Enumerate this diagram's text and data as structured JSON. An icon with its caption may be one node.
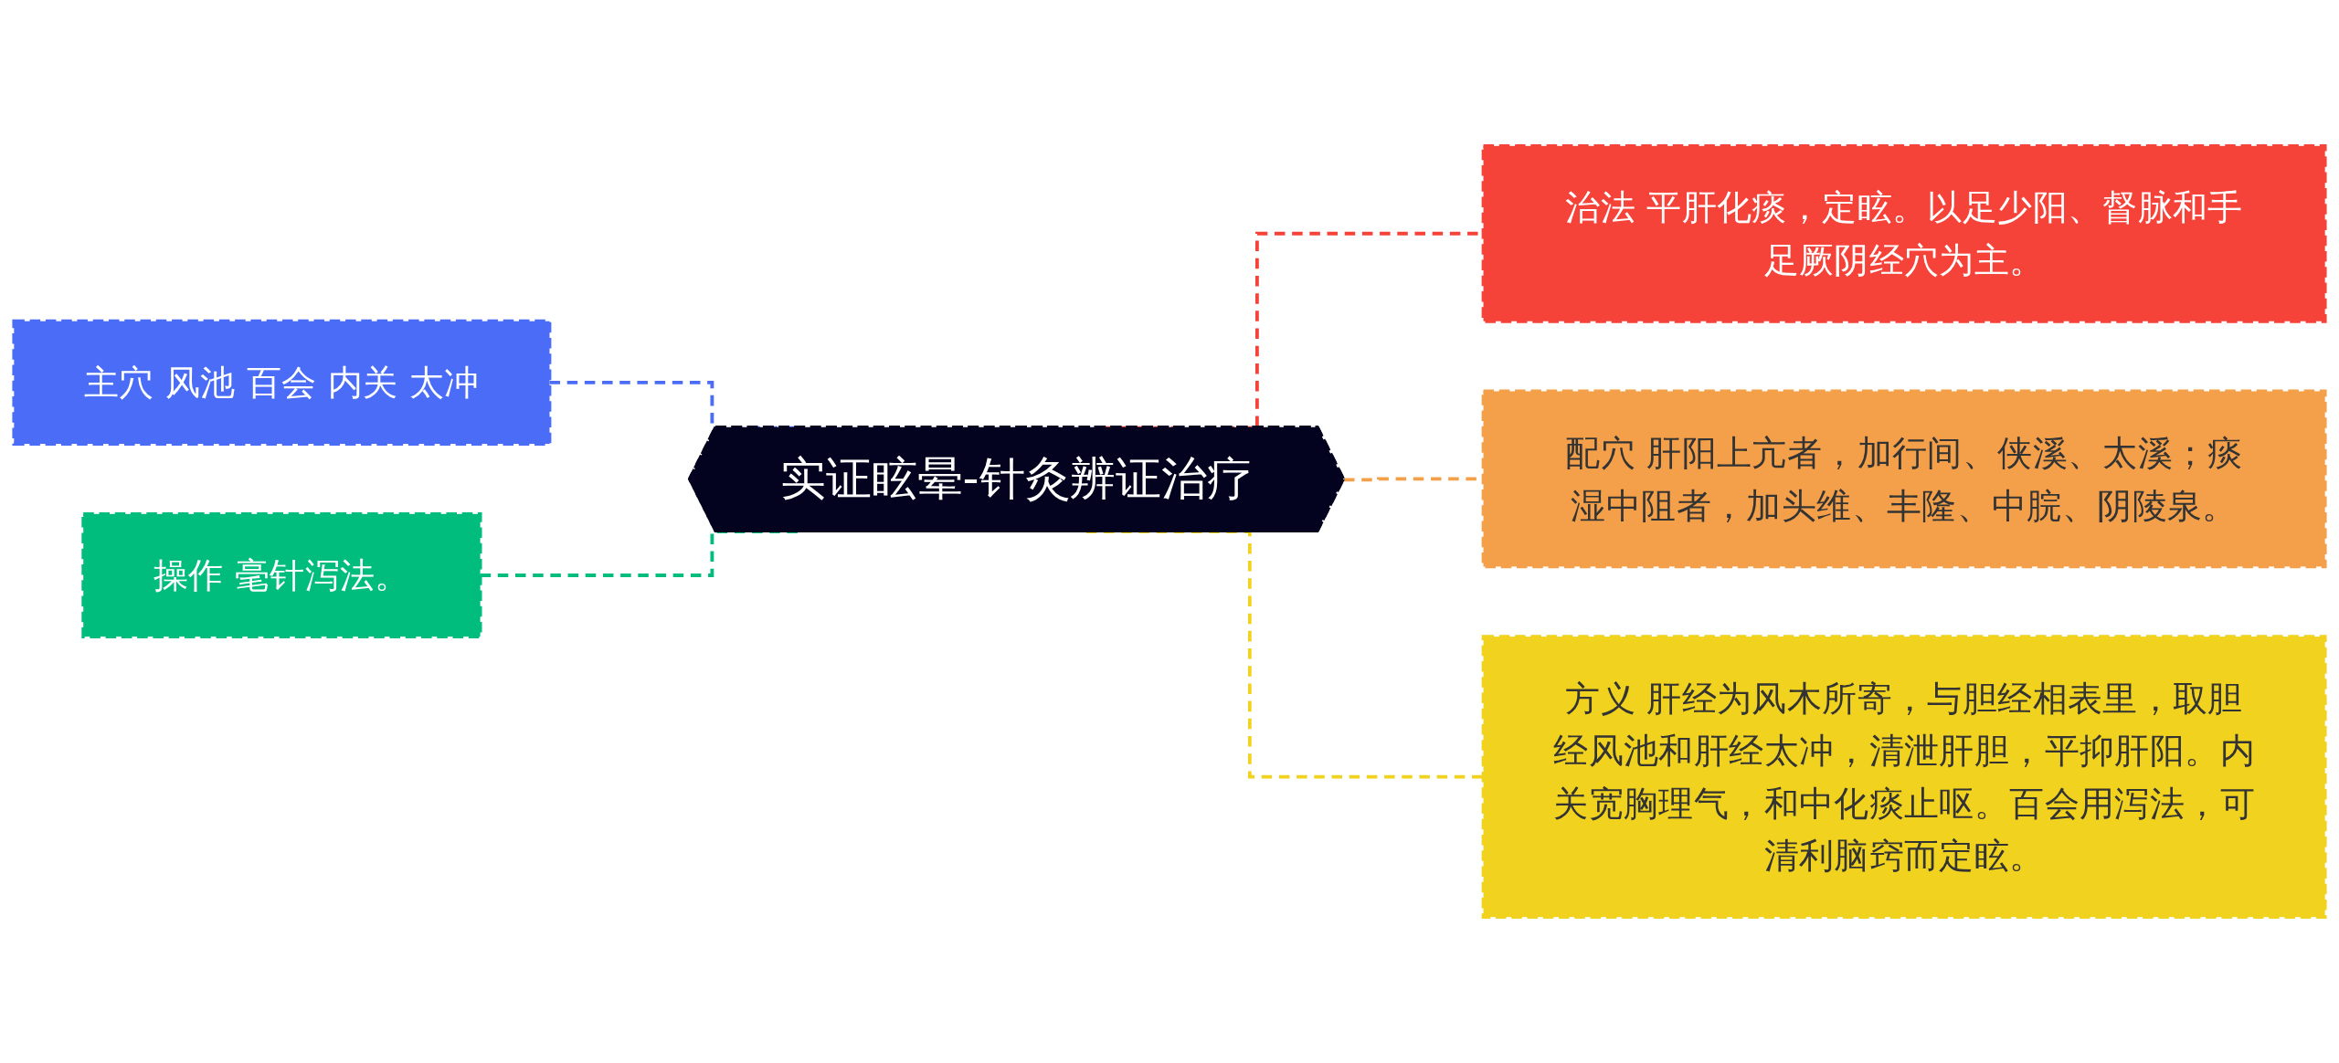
{
  "diagram": {
    "nodes": [
      {
        "text": [
          "主穴 风池 百会 内关 太冲"
        ]
      },
      {
        "text": [
          "操作 毫针泻法。"
        ]
      },
      {
        "text": [
          "实证眩晕-针灸辨证治疗"
        ]
      },
      {
        "text": [
          "治法 平肝化痰，定眩。以足少阳、督脉和手足厥阴经穴为主。"
        ]
      },
      {
        "text": [
          "配穴 肝阳上亢者，加行间、侠溪、太溪；痰湿中阻者，加头维、丰隆、中脘、阴陵泉。"
        ]
      },
      {
        "text": [
          "方义 肝经为风木所寄，与胆经相表里，取胆经风池和肝经太冲，清泄肝胆，平抑肝阳。内关宽胸理气，和中化痰止呕。百会用泻法，可清利脑窍而定眩。"
        ]
      }
    ],
    "edges": [
      {
        "from": 0,
        "to": 2,
        "arrow": "none",
        "style": "dashed",
        "color": "#4a6cf7"
      },
      {
        "from": 1,
        "to": 2,
        "arrow": "none",
        "style": "dashed",
        "color": "#00bd7e"
      },
      {
        "from": 2,
        "to": 3,
        "arrow": "none",
        "style": "dashed",
        "color": "#f6433a"
      },
      {
        "from": 2,
        "to": 4,
        "arrow": "none",
        "style": "dashed",
        "color": "#f4a04a"
      },
      {
        "from": 2,
        "to": 5,
        "arrow": "none",
        "style": "dashed",
        "color": "#f0d21f"
      }
    ]
  }
}
